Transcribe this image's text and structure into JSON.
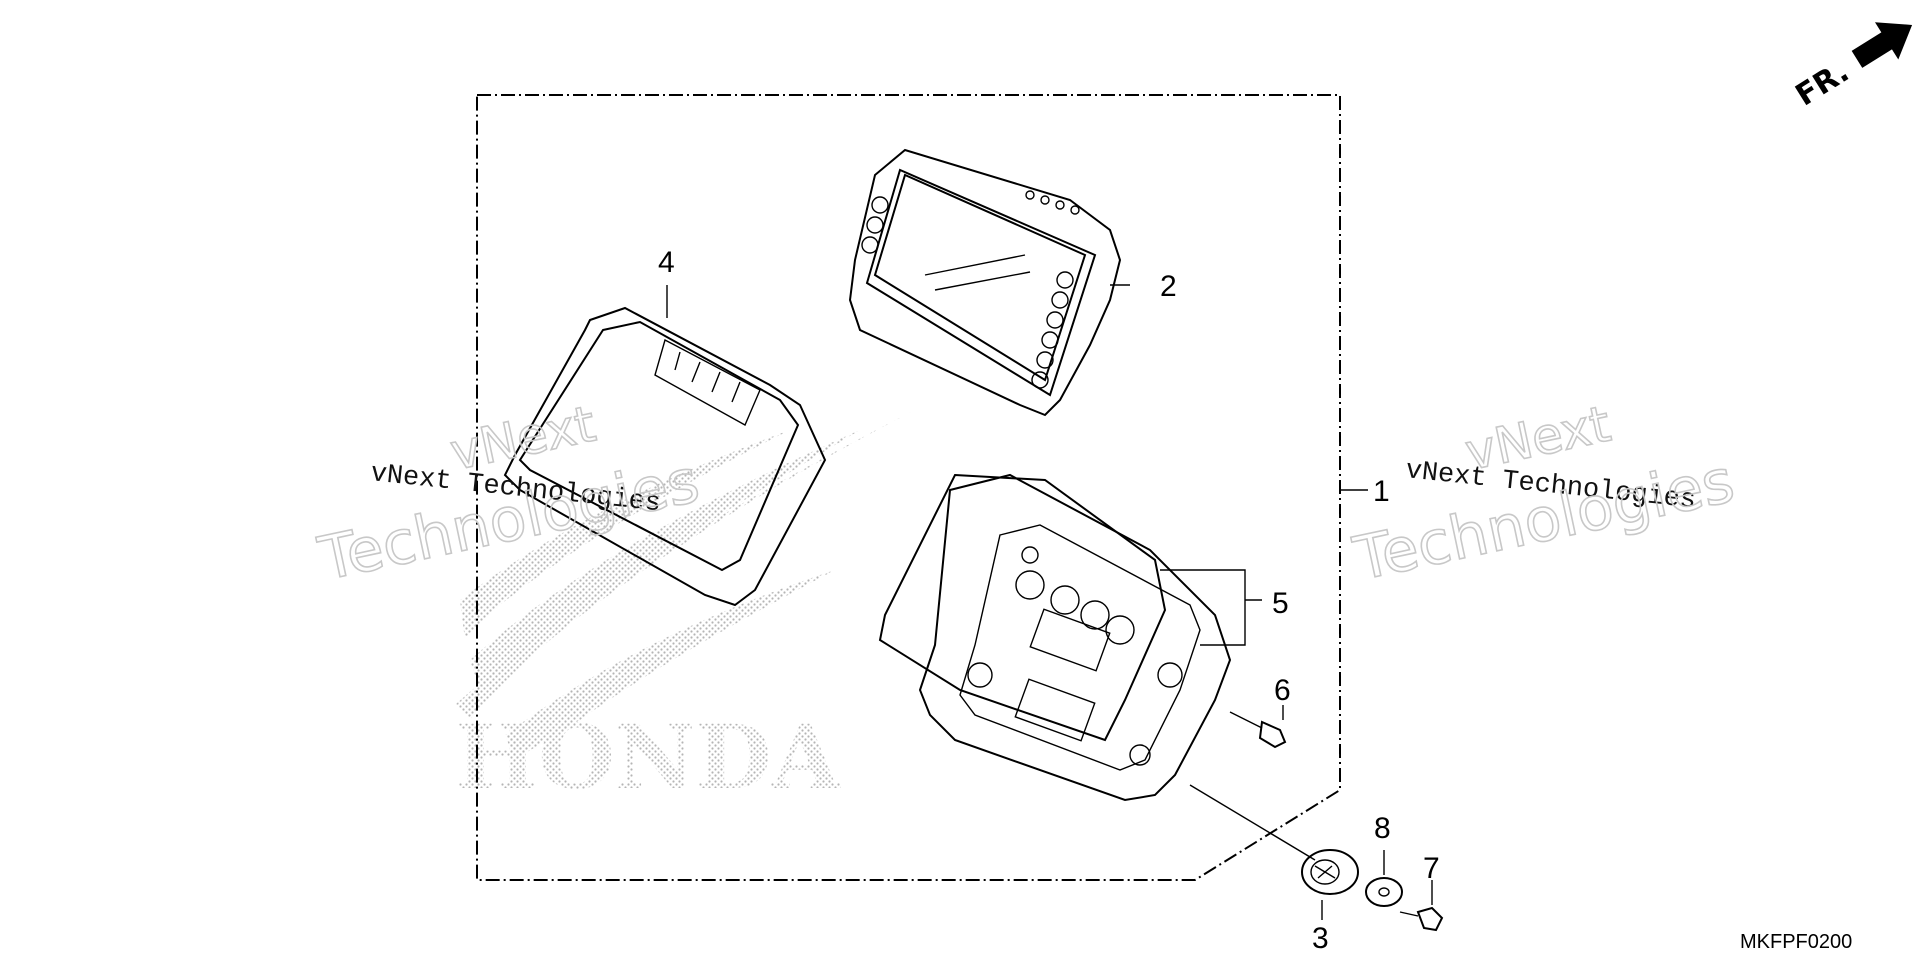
{
  "diagram": {
    "direction_marker": "FR.",
    "drawing_code": "MKFPF0200",
    "brand_watermark": "HONDA",
    "watermark": {
      "small_text": "vNext Technologies",
      "large_line1": "vNext",
      "large_line2": "Technologies"
    },
    "callouts": {
      "c1": "1",
      "c2": "2",
      "c3": "3",
      "c4": "4",
      "c5": "5",
      "c6": "6",
      "c7": "7",
      "c8": "8"
    }
  }
}
